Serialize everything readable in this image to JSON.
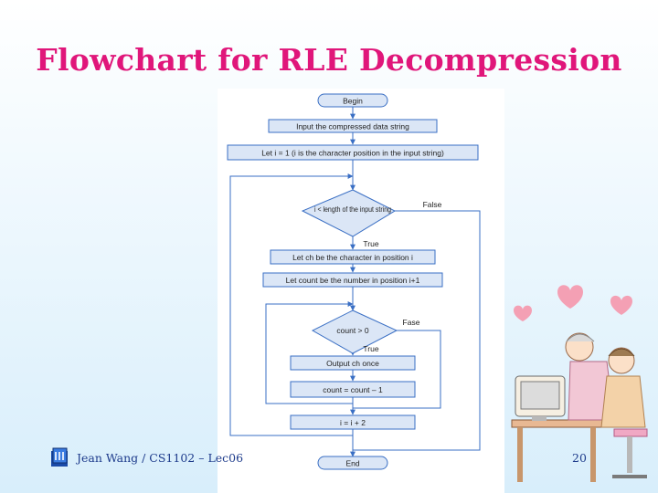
{
  "slide": {
    "title": "Flowchart for RLE Decompression",
    "footer": "Jean Wang / CS1102 – Lec06",
    "page_number": "20"
  },
  "flowchart": {
    "begin": "Begin",
    "input": "Input the compressed data string",
    "init": "Let i = 1 (i is the character position in the input string)",
    "cond_loop": "i < length of the input string",
    "false_label_1": "False",
    "true_label_1": "True",
    "let_ch": "Let ch be the character in position i",
    "let_count": "Let count be the number in position i+1",
    "cond_count": "count > 0",
    "false_label_2": "Fase",
    "true_label_2": "True",
    "output": "Output ch once",
    "decrement": "count = count – 1",
    "increment": "i = i + 2",
    "end": "End"
  },
  "colors": {
    "title": "#e0167a",
    "footer_text": "#1e3c8c",
    "box_fill": "#dbe6f6",
    "box_stroke": "#3a6fc4",
    "arrow": "#3a6fc4"
  },
  "icons": [
    "university-logo-icon",
    "couple-at-computer-clipart",
    "heart-icon"
  ]
}
